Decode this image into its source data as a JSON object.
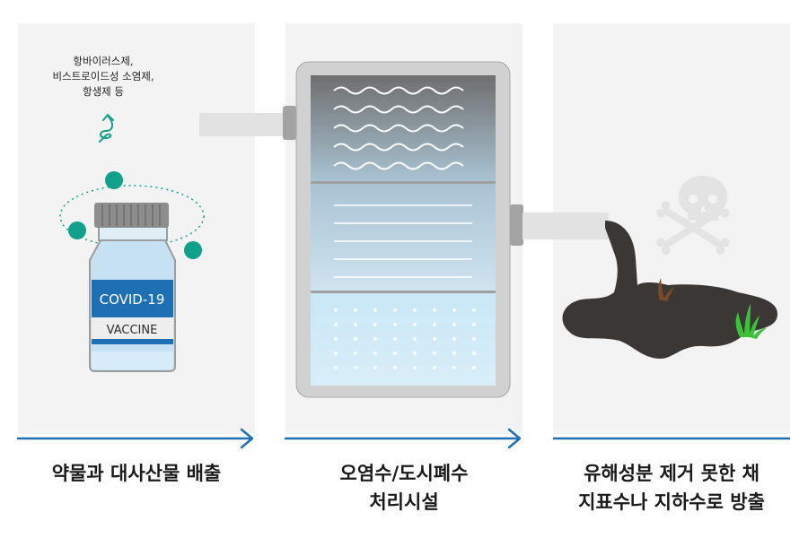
{
  "stages": [
    {
      "caption_lines": [
        "약물과 대사산물 배출"
      ]
    },
    {
      "caption_lines": [
        "오염수/도시폐수",
        "처리시설"
      ]
    },
    {
      "caption_lines": [
        "유해성분 제거 못한 채",
        "지표수나 지하수로 방출"
      ]
    }
  ],
  "drug_note": [
    "항바이러스제,",
    "비스트로이드성 소염제,",
    "항생제 등"
  ],
  "vial": {
    "label_top": "COVID-19",
    "label_bottom": "VACCINE"
  },
  "colors": {
    "arrow": "#1f6fb5",
    "vial_label": "#1f6fb5",
    "orbit_dot": "#11a08c",
    "polluted_water": "#3a3735",
    "grass": "#3cc23a",
    "skull": "#e3e3e3"
  }
}
